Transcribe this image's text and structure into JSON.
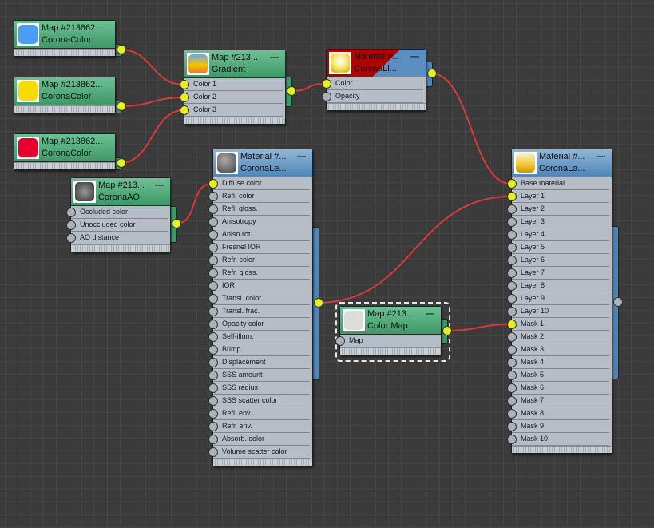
{
  "nodes": [
    {
      "id": "cc1",
      "kind": "map",
      "title": "Map #213862...",
      "type": "CoronaColor",
      "swatch": "#4a9df5",
      "slots": []
    },
    {
      "id": "cc2",
      "kind": "map",
      "title": "Map #213862...",
      "type": "CoronaColor",
      "swatch": "#f8dc00",
      "slots": []
    },
    {
      "id": "cc3",
      "kind": "map",
      "title": "Map #213862...",
      "type": "CoronaColor",
      "swatch": "#e8002f",
      "slots": []
    },
    {
      "id": "grad",
      "kind": "map",
      "title": "Map #213...",
      "type": "Gradient",
      "swatch": "linear-gradient(#6aa8e8,#f5c400 55%,#e9762a)",
      "slots": [
        {
          "label": "Color 1",
          "on": true
        },
        {
          "label": "Color 2",
          "on": true
        },
        {
          "label": "Color 3",
          "on": true
        }
      ]
    },
    {
      "id": "light",
      "kind": "mat",
      "title": "Material #...",
      "type": "CoronaLi...",
      "swatch": "radial-gradient(circle at 50% 40%,#fff 0,#f4e66a 50%,#c9a800 100%)",
      "slots": [
        {
          "label": "Color",
          "on": true
        },
        {
          "label": "Opacity",
          "on": false
        }
      ]
    },
    {
      "id": "ao",
      "kind": "map",
      "title": "Map #213...",
      "type": "CoronaAO",
      "swatch": "radial-gradient(#999,#333)",
      "slots": [
        {
          "label": "Occluded color",
          "on": false
        },
        {
          "label": "Unoccluded color",
          "on": false
        },
        {
          "label": "AO distance",
          "on": false
        }
      ]
    },
    {
      "id": "layer1",
      "kind": "mat",
      "title": "Material #...",
      "type": "CoronaLe...",
      "swatch": "radial-gradient(circle at 40% 35%,#aaa,#444)",
      "slots": [
        {
          "label": "Diffuse color",
          "on": true
        },
        {
          "label": "Refl. color"
        },
        {
          "label": "Refl. gloss."
        },
        {
          "label": "Anisotropy"
        },
        {
          "label": "Aniso rot."
        },
        {
          "label": "Fresnel IOR"
        },
        {
          "label": "Refr. color"
        },
        {
          "label": "Refr. gloss."
        },
        {
          "label": "IOR"
        },
        {
          "label": "Transl. color"
        },
        {
          "label": "Transl. frac."
        },
        {
          "label": "Opacity color"
        },
        {
          "label": "Self-illum."
        },
        {
          "label": "Bump"
        },
        {
          "label": "Displacement"
        },
        {
          "label": "SSS amount"
        },
        {
          "label": "SSS radius"
        },
        {
          "label": "SSS scatter color"
        },
        {
          "label": "Refl. env."
        },
        {
          "label": "Refr. env."
        },
        {
          "label": "Absorb. color"
        },
        {
          "label": "Volume scatter color"
        }
      ]
    },
    {
      "id": "cmap",
      "kind": "map",
      "title": "Map #213...",
      "type": "Color Map",
      "swatch": "#dcdcdc",
      "slots": [
        {
          "label": "Map",
          "on": false
        }
      ]
    },
    {
      "id": "layered",
      "kind": "mat",
      "title": "Material #...",
      "type": "CoronaLa...",
      "swatch": "linear-gradient(#f6f0c8,#f2c630 60%,#c99a00)",
      "slots": [
        {
          "label": "Base material",
          "on": true
        },
        {
          "label": "Layer 1",
          "on": true
        },
        {
          "label": "Layer 2"
        },
        {
          "label": "Layer 3"
        },
        {
          "label": "Layer 4"
        },
        {
          "label": "Layer 5"
        },
        {
          "label": "Layer 6"
        },
        {
          "label": "Layer 7"
        },
        {
          "label": "Layer 8"
        },
        {
          "label": "Layer 9"
        },
        {
          "label": "Layer 10"
        },
        {
          "label": "Mask 1",
          "on": true
        },
        {
          "label": "Mask 2"
        },
        {
          "label": "Mask 3"
        },
        {
          "label": "Mask 4"
        },
        {
          "label": "Mask 5"
        },
        {
          "label": "Mask 6"
        },
        {
          "label": "Mask 7"
        },
        {
          "label": "Mask 8"
        },
        {
          "label": "Mask 9"
        },
        {
          "label": "Mask 10"
        }
      ]
    }
  ],
  "colors": {
    "wire": "#d83a3a",
    "connected": "#e3f21c"
  }
}
